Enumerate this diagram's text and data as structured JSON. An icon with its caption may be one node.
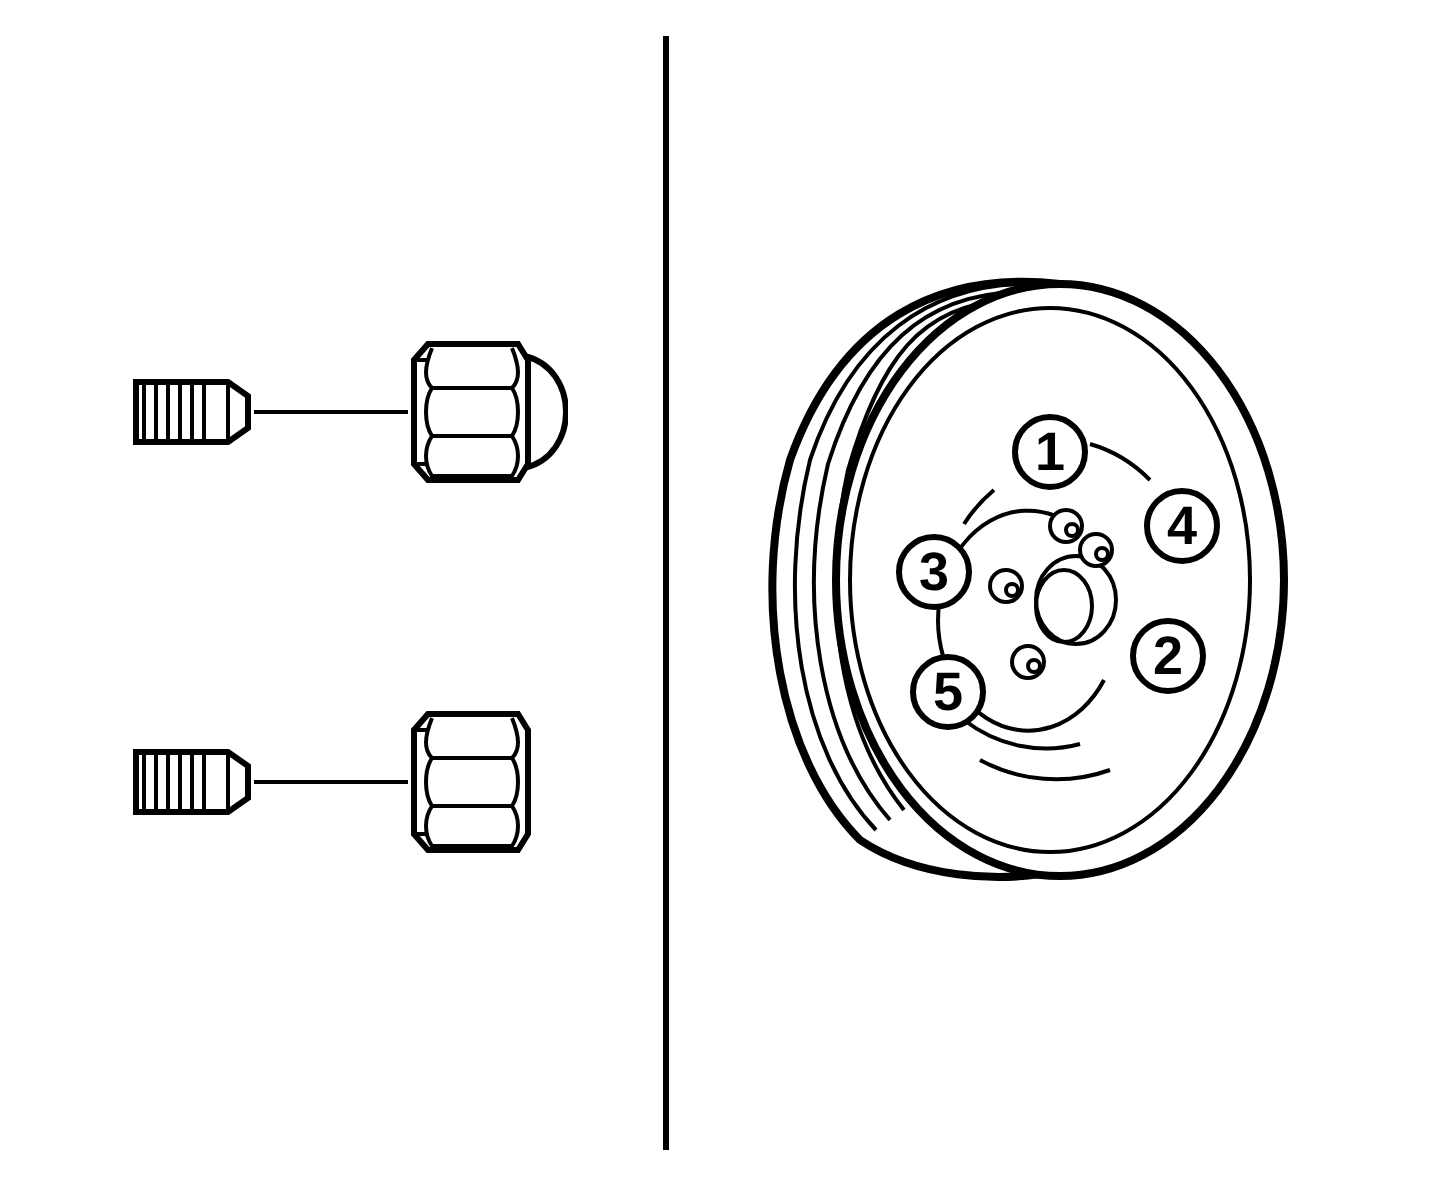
{
  "diagram": {
    "nodes": [
      {
        "text": [],
        "shape": "picture"
      },
      {
        "text": [],
        "shape": "picture"
      },
      {
        "text": [],
        "shape": "picture"
      },
      {
        "text": [],
        "shape": "picture"
      }
    ],
    "edges": [
      {
        "from": 0,
        "to": 1,
        "arrow": "none"
      },
      {
        "from": 2,
        "to": 3,
        "arrow": "none"
      }
    ],
    "labels": [
      "1",
      "4",
      "3",
      "2",
      "5"
    ]
  }
}
